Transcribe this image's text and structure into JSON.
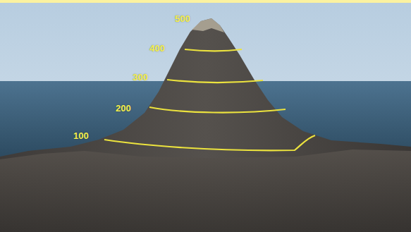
{
  "diagram": {
    "labels": [
      "500",
      "400",
      "300",
      "200",
      "100"
    ]
  }
}
